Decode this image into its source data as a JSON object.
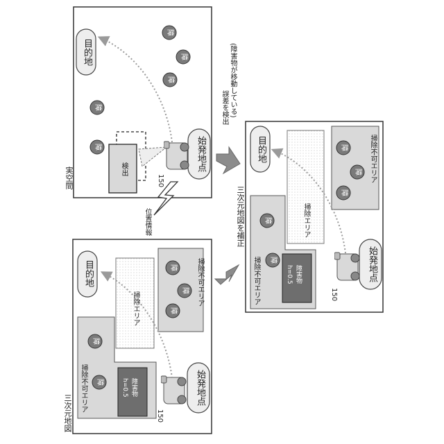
{
  "labels": {
    "map_label": "三次元地図",
    "real_space_label": "実空間",
    "correct_label": "三次元地図を補正",
    "detect_label": "誤差を検出",
    "detect_note": "(障害物が移動している)",
    "position_info": "位置情報",
    "destination": "目的地",
    "start_point": "始発地点",
    "obstacle_mark": "障",
    "no_clean_area": "掃除不可エリア",
    "clean_area": "掃除エリア",
    "obstacle_name": "障害物",
    "obstacle_height": "h=0.5",
    "detected": "検出",
    "ref_number": "150"
  },
  "colors": {
    "frame": "#333333",
    "gray_area": "#d9d9d9",
    "obstacle_circle": "#7a7a7a",
    "obstacle_box": "#6e6e6e",
    "arrow": "#8c8c8c",
    "path_dots": "#9a9a9a"
  }
}
